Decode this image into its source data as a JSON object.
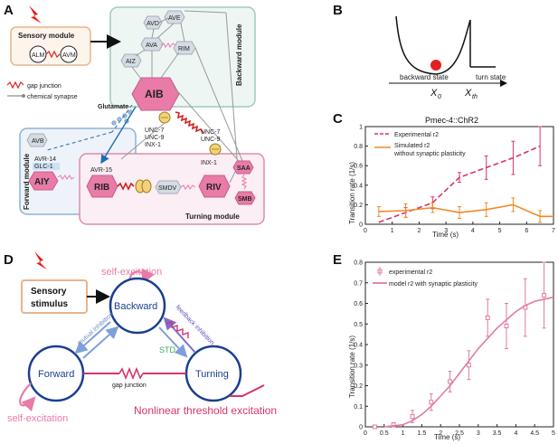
{
  "panel_letters": [
    "A",
    "B",
    "C",
    "D",
    "E"
  ],
  "panelA": {
    "sensory_module": "Sensory module",
    "backward_module": "Backward module",
    "forward_module": "Forward module",
    "turning_module": "Turning module",
    "legend_gap": "gap junction",
    "legend_chem": "chemical synapse",
    "glutamate": "Glutamate",
    "neurons": {
      "alm": "ALM",
      "avm": "AVM",
      "avd": "AVD",
      "ave": "AVE",
      "ava": "AVA",
      "rim": "RIM",
      "aiz": "AIZ",
      "aib": "AIB",
      "avb": "AVB",
      "avr14": "AVR-14",
      "glc1": "GLC-1",
      "avr15": "AVR-15",
      "aiy": "AIY",
      "rib": "RIB",
      "smdv": "SMDV",
      "riv": "RIV",
      "saa": "SAA",
      "smb": "SMB"
    },
    "unc_left": [
      "UNC-7",
      "UNC-9",
      "INX-1"
    ],
    "unc_right": [
      "UNC-7",
      "UNC-9",
      "INX-1"
    ]
  },
  "panelB": {
    "backward_state": "backward state",
    "turn_state": "turn state",
    "x0_main": "X",
    "x0_sub": "0",
    "xth_main": "X",
    "xth_sub": "th"
  },
  "panelC": {
    "title": "Pmec-4::ChR2",
    "ylabel": "Transition rate (1/s)",
    "xlabel": "Time (s)",
    "legend_exp": "Experimental r2",
    "legend_sim_1": "Simulated  r2",
    "legend_sim_2": "without synaptic plasticity"
  },
  "panelD": {
    "self_excitation_top": "self-excitation",
    "self_excitation_bottom": "self-excitation",
    "sensory": "Sensory",
    "stimulus": "stimulus",
    "backward": "Backward",
    "forward": "Forward",
    "turning": "Turning",
    "mutual_inhibition": "mutual inhibition",
    "feedback_inhibition": "feedback inhibition",
    "std": "STD",
    "gap_junction": "gap junction",
    "nonlinear": "Nonlinear threshold excitation"
  },
  "panelE": {
    "ylabel": "Transition rate (1/s)",
    "xlabel": "Time (s)",
    "legend_exp": "experimental r2",
    "legend_model": "model r2 with synaptic plasticity"
  },
  "colors": {
    "pink": "#e8609a",
    "orange": "#f08a24",
    "blue_ring": "#1b3f8f",
    "magenta": "#d6336c"
  },
  "chart_data": [
    {
      "type": "line",
      "panel": "C",
      "xlabel": "Time (s)",
      "ylabel": "Transition rate (1/s)",
      "xlim": [
        0,
        7
      ],
      "ylim": [
        0,
        1
      ],
      "xticks": [
        0,
        1,
        2,
        3,
        4,
        5,
        6,
        7
      ],
      "yticks": [
        0,
        0.2,
        0.4,
        0.6,
        0.8,
        1
      ],
      "series": [
        {
          "name": "Experimental r2",
          "color": "#d6336c",
          "style": "dashed",
          "x": [
            0.5,
            1.5,
            2.5,
            3.5,
            4.5,
            5.5,
            6.5
          ],
          "y": [
            0.02,
            0.12,
            0.22,
            0.48,
            0.58,
            0.68,
            0.8
          ],
          "err": [
            0.0,
            0.05,
            0.06,
            0.05,
            0.12,
            0.17,
            0.2
          ]
        },
        {
          "name": "Simulated r2 without synaptic plasticity",
          "color": "#f08a24",
          "style": "solid",
          "x": [
            0.5,
            1.5,
            2.5,
            3.5,
            4.5,
            5.5,
            6.5,
            7
          ],
          "y": [
            0.13,
            0.14,
            0.17,
            0.12,
            0.15,
            0.2,
            0.08,
            0.08
          ],
          "err": [
            0.05,
            0.07,
            0.05,
            0.06,
            0.07,
            0.07,
            0.06,
            0.0
          ]
        }
      ]
    },
    {
      "type": "line",
      "panel": "E",
      "xlabel": "Time (s)",
      "ylabel": "Transition rate (1/s)",
      "xlim": [
        0,
        5
      ],
      "ylim": [
        0,
        0.8
      ],
      "xticks": [
        0,
        0.5,
        1,
        1.5,
        2,
        2.5,
        3,
        3.5,
        4,
        4.5,
        5
      ],
      "yticks": [
        0,
        0.1,
        0.2,
        0.3,
        0.4,
        0.5,
        0.6,
        0.7,
        0.8
      ],
      "series": [
        {
          "name": "experimental r2",
          "color": "#e07aa5",
          "style": "markers",
          "x": [
            0.25,
            0.75,
            1.25,
            1.75,
            2.25,
            2.75,
            3.25,
            3.75,
            4.25,
            4.75
          ],
          "y": [
            0.0,
            0.01,
            0.05,
            0.12,
            0.22,
            0.3,
            0.53,
            0.49,
            0.58,
            0.64
          ],
          "err": [
            0.0,
            0.01,
            0.03,
            0.04,
            0.05,
            0.07,
            0.09,
            0.11,
            0.14,
            0.16
          ]
        },
        {
          "name": "model r2 with synaptic plasticity",
          "color": "#e07aa5",
          "style": "solid",
          "x": [
            0.5,
            1.0,
            1.25,
            1.5,
            1.75,
            2.0,
            2.25,
            2.5,
            2.75,
            3.0,
            3.25,
            3.5,
            3.75,
            4.0,
            4.25,
            4.5,
            4.75,
            5.0
          ],
          "y": [
            0.0,
            0.01,
            0.03,
            0.06,
            0.1,
            0.15,
            0.2,
            0.26,
            0.32,
            0.38,
            0.43,
            0.48,
            0.52,
            0.56,
            0.59,
            0.61,
            0.62,
            0.63
          ]
        }
      ]
    }
  ]
}
